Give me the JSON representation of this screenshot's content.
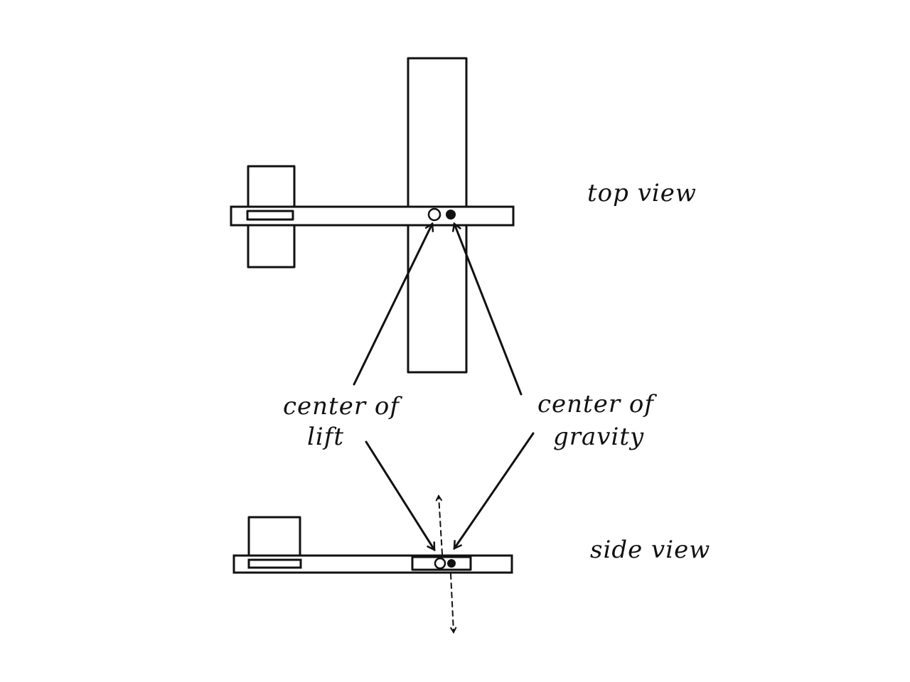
{
  "labels": {
    "top_view": "top view",
    "side_view": "side view",
    "center_of_lift": [
      "center of",
      "lift"
    ],
    "center_of_gravity": [
      "center of",
      "gravity"
    ]
  },
  "colors": {
    "ink": "#111111",
    "background": "#ffffff"
  }
}
